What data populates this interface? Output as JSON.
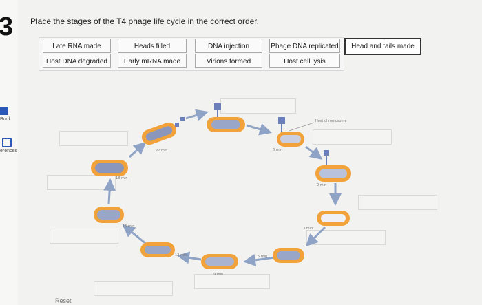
{
  "header": {
    "question_number": "3",
    "prompt": "Place the stages of the T4 phage life cycle in the correct order."
  },
  "sidebar": {
    "book_label": "Book",
    "references_label": "erences"
  },
  "answer_bank": {
    "tiles": [
      "Late RNA made",
      "Heads filled",
      "DNA injection",
      "Phage DNA replicated",
      "Head and tails made",
      "Host DNA degraded",
      "Early mRNA made",
      "Virions formed",
      "Host cell lysis"
    ]
  },
  "diagram": {
    "host_chromosome_label": "Host chromosome",
    "time_labels": [
      "0 min",
      "2 min",
      "3 min",
      "5 min",
      "9 min",
      "12 min",
      "15 min",
      "18 min",
      "22 min"
    ]
  },
  "footer": {
    "reset_label": "Reset"
  },
  "colors": {
    "cell_fill": "#f2a23a",
    "cell_inner": "#9aa6c8",
    "arrow": "#8fa3c6",
    "phage": "#6b7fb8"
  }
}
